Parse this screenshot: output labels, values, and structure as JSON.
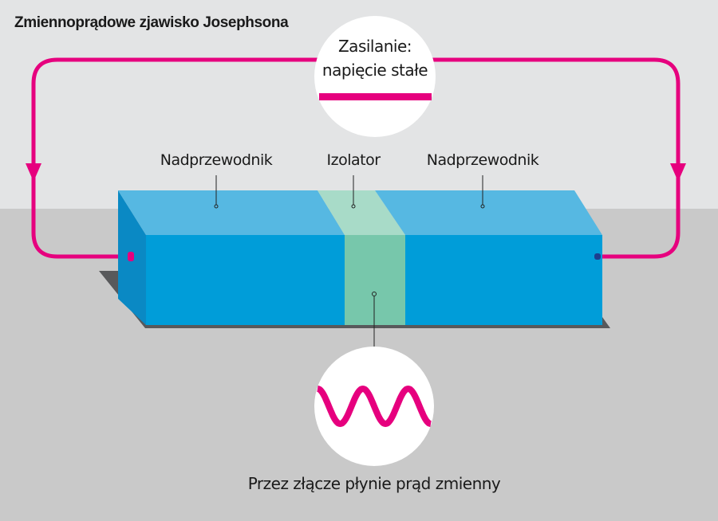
{
  "title": "Zmiennoprądowe zjawisko Josephsona",
  "supply": {
    "line1": "Zasilanie:",
    "line2": "napięcie stałe"
  },
  "labels": {
    "left_superconductor": "Nadprzewodnik",
    "insulator": "Izolator",
    "right_superconductor": "Nadprzewodnik",
    "caption": "Przez złącze płynie prąd zmienny"
  },
  "colors": {
    "circuit": "#e6007e",
    "superconductor_top": "#56b8e2",
    "superconductor_front": "#009dd9",
    "insulator_top": "#a8dbc8",
    "insulator_front": "#77c7ab"
  }
}
